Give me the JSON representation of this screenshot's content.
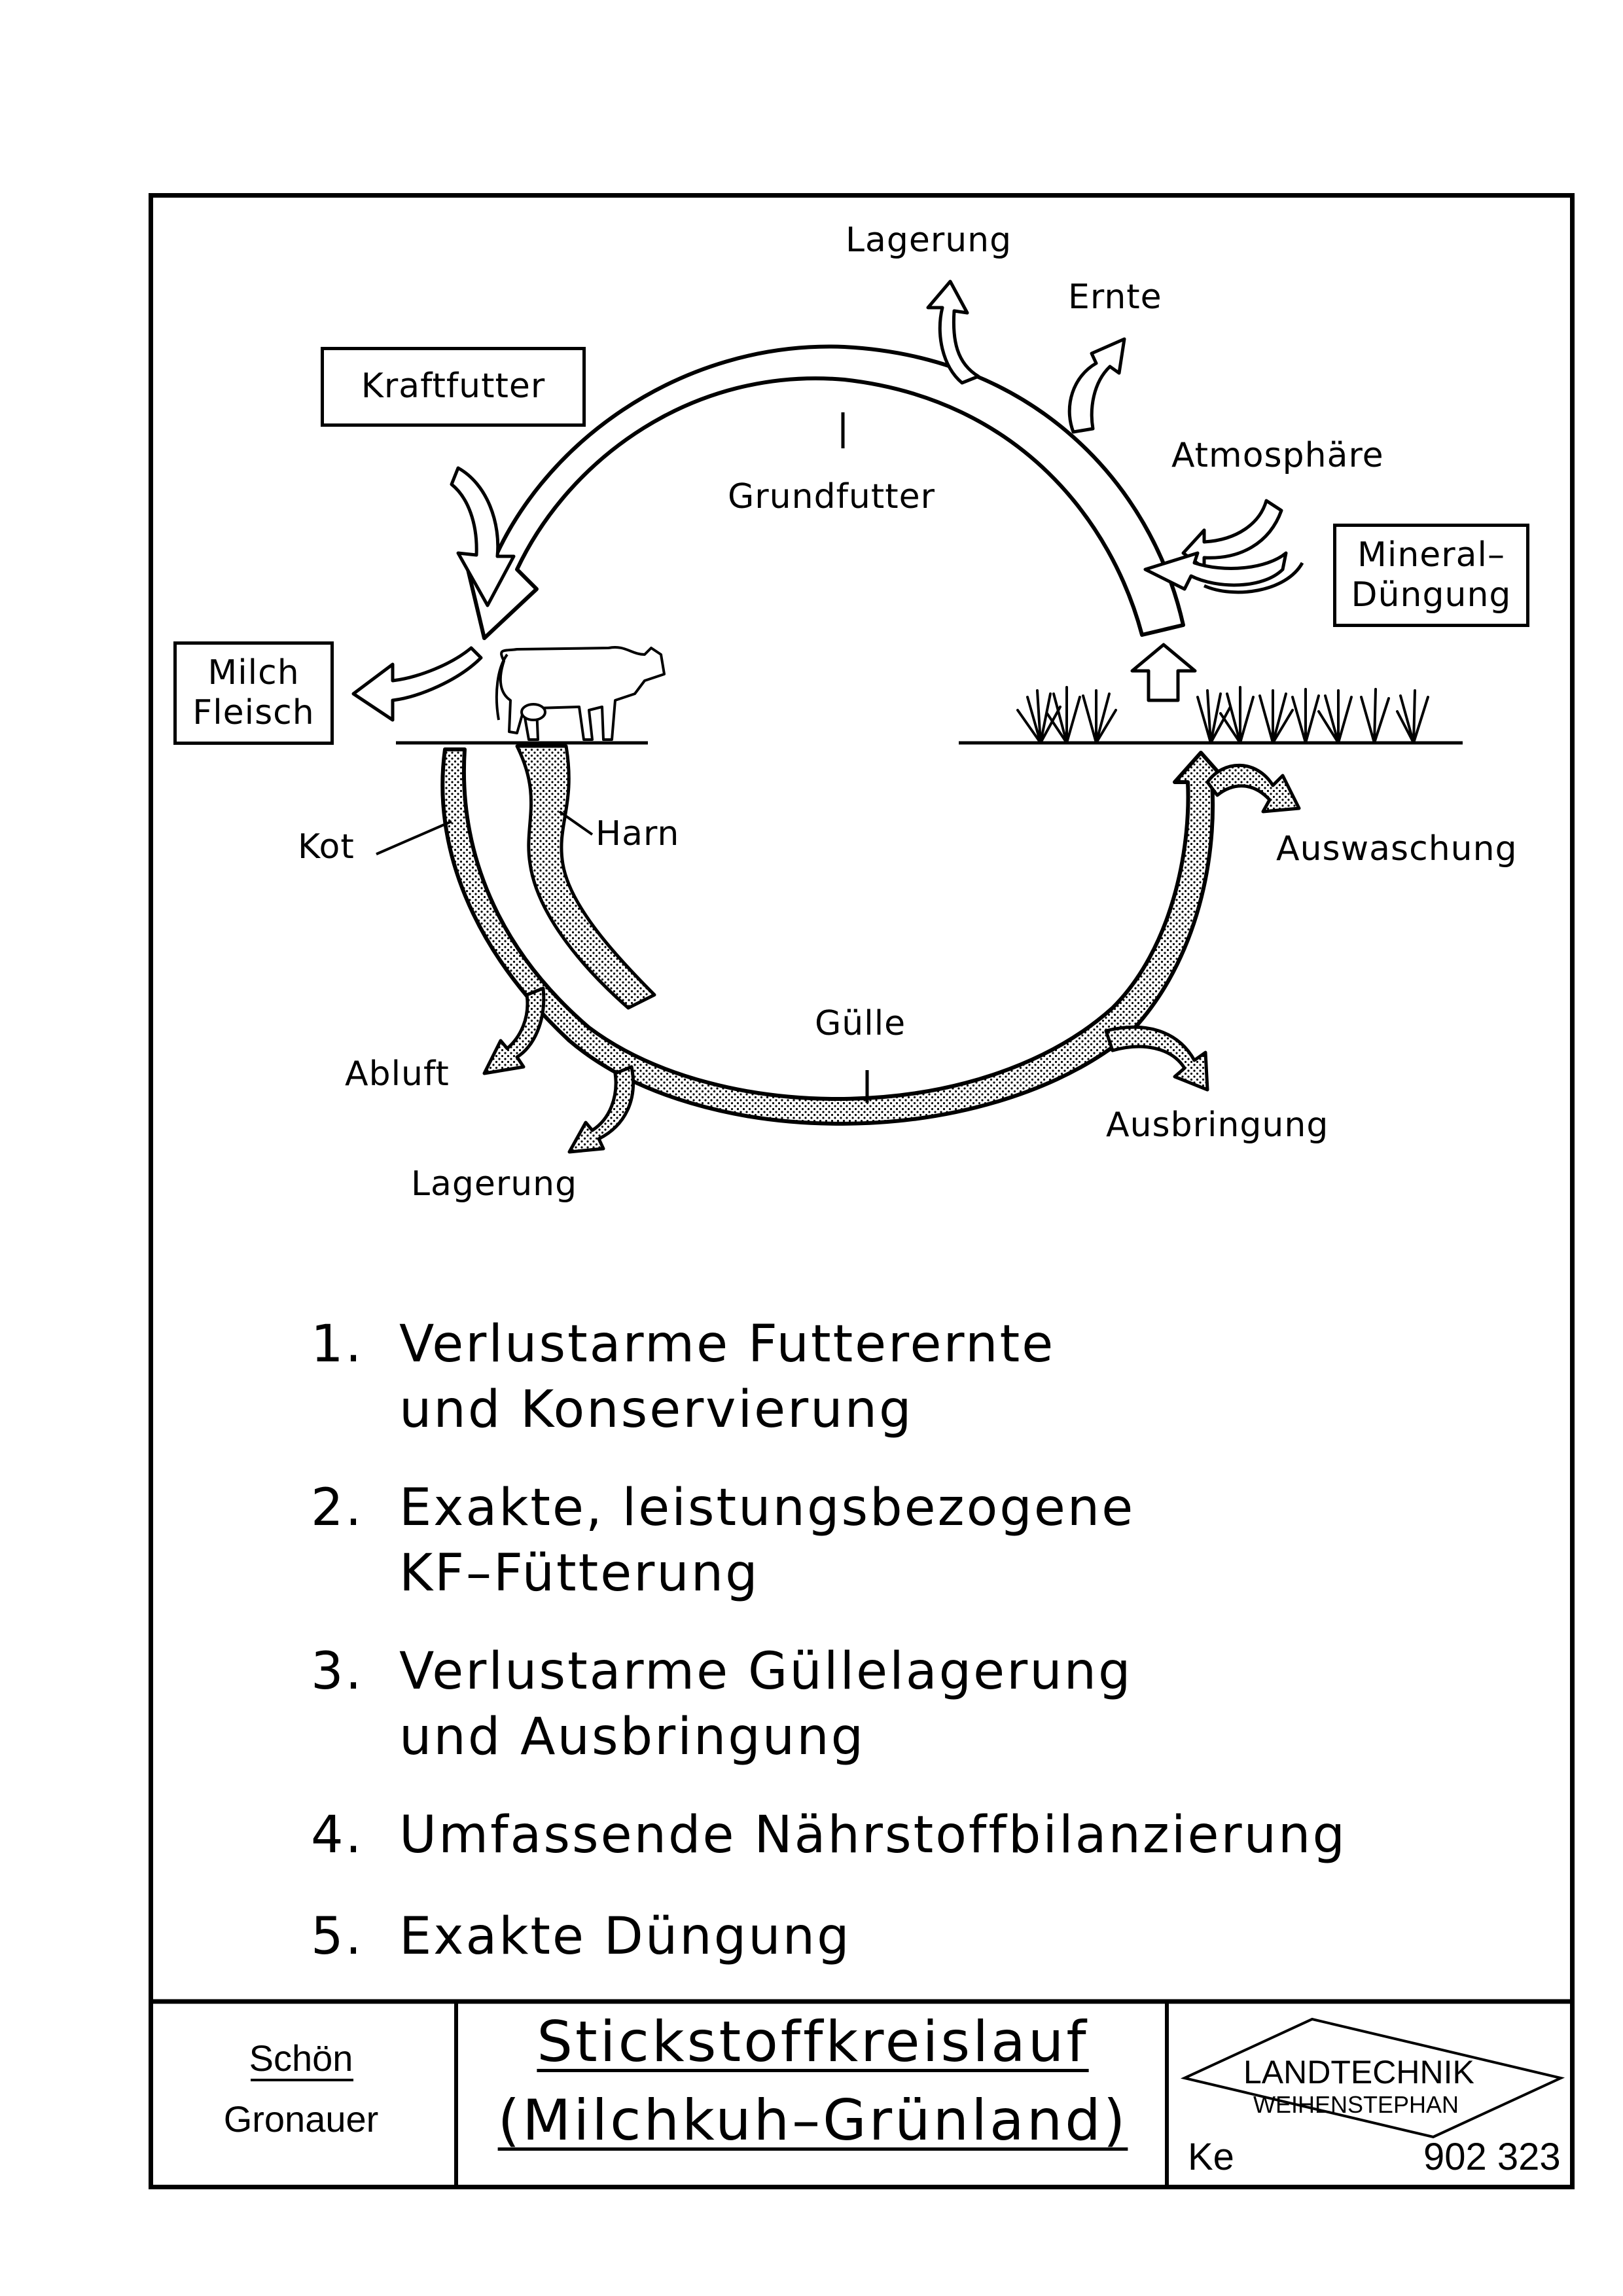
{
  "diagram": {
    "labels": {
      "lagerung_top": "Lagerung",
      "ernte": "Ernte",
      "kraftfutter": "Kraftfutter",
      "atmosphaere": "Atmosphäre",
      "grundfutter": "Grundfutter",
      "mineral_line1": "Mineral–",
      "mineral_line2": "Düngung",
      "milch": "Milch",
      "fleisch": "Fleisch",
      "kot": "Kot",
      "harn": "Harn",
      "auswaschung": "Auswaschung",
      "guelle": "Gülle",
      "abluft": "Abluft",
      "ausbringung": "Ausbringung",
      "lagerung_bottom": "Lagerung"
    }
  },
  "measures": [
    {
      "num": "1.",
      "line1": "Verlustarme Futterernte",
      "line2": "und Konservierung"
    },
    {
      "num": "2.",
      "line1": "Exakte, leistungsbezogene",
      "line2": "KF–Fütterung"
    },
    {
      "num": "3.",
      "line1": "Verlustarme Güllelagerung",
      "line2": "und Ausbringung"
    },
    {
      "num": "4.",
      "line1": "Umfassende Nährstoffbilanzierung",
      "line2": ""
    },
    {
      "num": "5.",
      "line1": "Exakte Düngung",
      "line2": ""
    }
  ],
  "title_block": {
    "author1": "Schön",
    "author2": "Gronauer",
    "title1": "Stickstoffkreislauf",
    "title2": "(Milchkuh–Grünland)",
    "logo_line1": "LANDTECHNIK",
    "logo_line2": "WEIHENSTEPHAN",
    "code_prefix": "Ke",
    "code_number": "902 323"
  }
}
